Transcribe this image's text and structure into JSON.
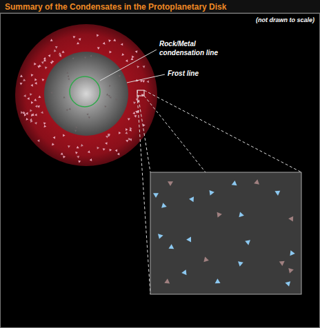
{
  "diagram": {
    "title": "Summary of the Condensates in the Protoplanetary Disk",
    "labels": [
      "(not drawn to scale)",
      "Rock/Metal condensation line",
      "Frost line"
    ]
  }
}
